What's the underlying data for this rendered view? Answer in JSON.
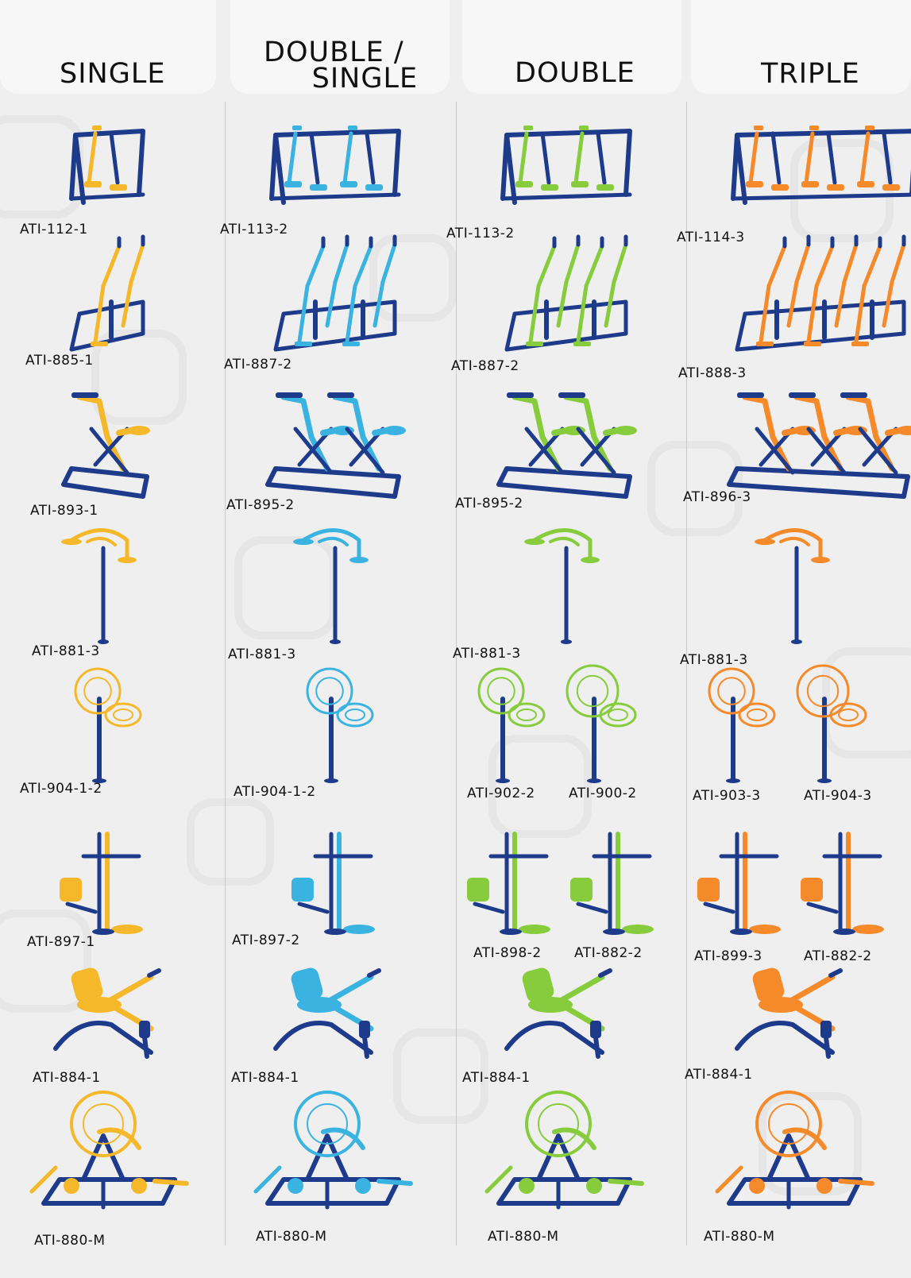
{
  "columns": [
    {
      "title": "SINGLE",
      "color": "#f5b82a"
    },
    {
      "title": "DOUBLE /\n     SINGLE",
      "color": "#3bb3e0"
    },
    {
      "title": "DOUBLE",
      "color": "#86cc3c"
    },
    {
      "title": "TRIPLE",
      "color": "#f58a2a"
    }
  ],
  "frame_color": "#1e3a8a",
  "rows": [
    {
      "type": "air-walker",
      "codes": [
        [
          "ATI-112-1"
        ],
        [
          "ATI-113-2"
        ],
        [
          "ATI-113-2"
        ],
        [
          "ATI-114-3"
        ]
      ]
    },
    {
      "type": "elliptical",
      "codes": [
        [
          "ATI-885-1"
        ],
        [
          "ATI-887-2"
        ],
        [
          "ATI-887-2"
        ],
        [
          "ATI-888-3"
        ]
      ]
    },
    {
      "type": "rider",
      "codes": [
        [
          "ATI-893-1"
        ],
        [
          "ATI-895-2"
        ],
        [
          "ATI-895-2"
        ],
        [
          "ATI-896-3"
        ]
      ]
    },
    {
      "type": "twister",
      "codes": [
        [
          "ATI-881-3"
        ],
        [
          "ATI-881-3"
        ],
        [
          "ATI-881-3"
        ],
        [
          "ATI-881-3"
        ]
      ]
    },
    {
      "type": "wheel",
      "codes": [
        [
          "ATI-904-1-2"
        ],
        [
          "ATI-904-1-2"
        ],
        [
          "ATI-902-2",
          "ATI-900-2"
        ],
        [
          "ATI-903-3",
          "ATI-904-3"
        ]
      ]
    },
    {
      "type": "leg-press",
      "codes": [
        [
          "ATI-897-1"
        ],
        [
          "ATI-897-2"
        ],
        [
          "ATI-898-2",
          "ATI-882-2"
        ],
        [
          "ATI-899-3",
          "ATI-882-2"
        ]
      ]
    },
    {
      "type": "rower",
      "codes": [
        [
          "ATI-884-1"
        ],
        [
          "ATI-884-1"
        ],
        [
          "ATI-884-1"
        ],
        [
          "ATI-884-1"
        ]
      ]
    },
    {
      "type": "multi-station",
      "codes": [
        [
          "ATI-880-M"
        ],
        [
          "ATI-880-M"
        ],
        [
          "ATI-880-M"
        ],
        [
          "ATI-880-M"
        ]
      ]
    }
  ]
}
